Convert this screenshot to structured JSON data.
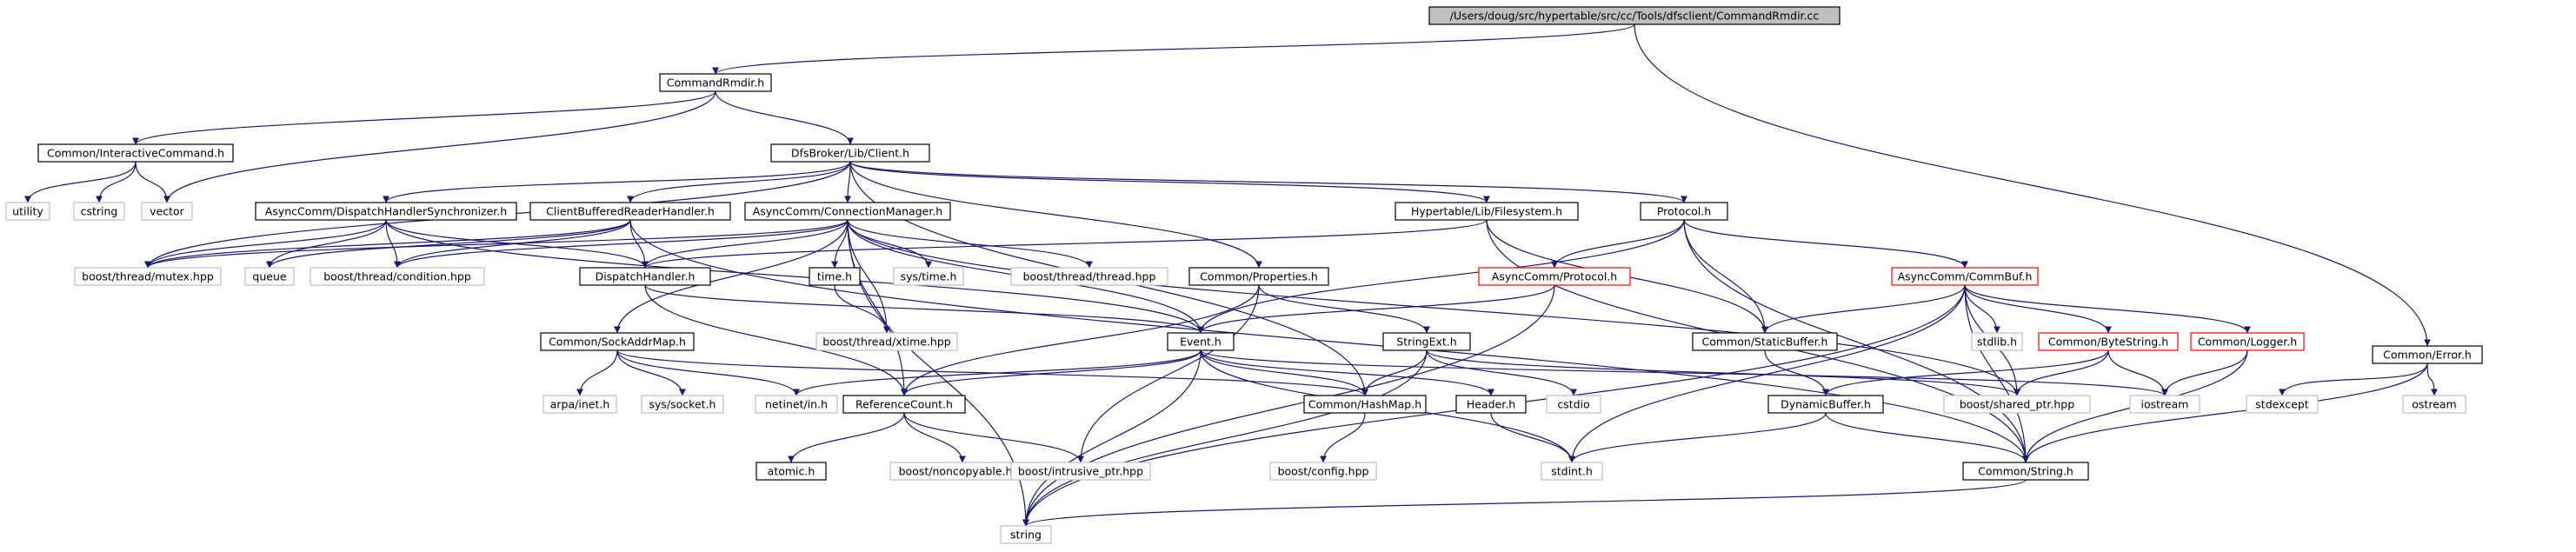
{
  "diagram": {
    "colors": {
      "edge": "#191970",
      "box_default": "#000000",
      "box_missing": "#bfbfbf",
      "box_truncated": "#ff0000",
      "root_fill": "#bfbfbf",
      "text": "#000000"
    },
    "nodes": [
      {
        "id": "root",
        "label": "/Users/doug/src/hypertable/src/cc/Tools/dfsclient/CommandRmdir.cc",
        "style": "root"
      },
      {
        "id": "cmdrmdir",
        "label": "CommandRmdir.h",
        "style": "default"
      },
      {
        "id": "interactive",
        "label": "Common/InteractiveCommand.h",
        "style": "default"
      },
      {
        "id": "client",
        "label": "DfsBroker/Lib/Client.h",
        "style": "default"
      },
      {
        "id": "error",
        "label": "Common/Error.h",
        "style": "default"
      },
      {
        "id": "utility",
        "label": "utility",
        "style": "missing"
      },
      {
        "id": "cstring",
        "label": "cstring",
        "style": "missing"
      },
      {
        "id": "vector",
        "label": "vector",
        "style": "missing"
      },
      {
        "id": "dhsync",
        "label": "AsyncComm/DispatchHandlerSynchronizer.h",
        "style": "default"
      },
      {
        "id": "cbrh",
        "label": "ClientBufferedReaderHandler.h",
        "style": "default"
      },
      {
        "id": "connmgr",
        "label": "AsyncComm/ConnectionManager.h",
        "style": "default"
      },
      {
        "id": "filesystem",
        "label": "Hypertable/Lib/Filesystem.h",
        "style": "default"
      },
      {
        "id": "protocol",
        "label": "Protocol.h",
        "style": "default"
      },
      {
        "id": "mutex",
        "label": "boost/thread/mutex.hpp",
        "style": "missing"
      },
      {
        "id": "queue",
        "label": "queue",
        "style": "missing"
      },
      {
        "id": "condition",
        "label": "boost/thread/condition.hpp",
        "style": "missing"
      },
      {
        "id": "dispatch",
        "label": "DispatchHandler.h",
        "style": "default"
      },
      {
        "id": "timeh",
        "label": "time.h",
        "style": "default"
      },
      {
        "id": "systime",
        "label": "sys/time.h",
        "style": "missing"
      },
      {
        "id": "bthread",
        "label": "boost/thread/thread.hpp",
        "style": "missing"
      },
      {
        "id": "properties",
        "label": "Common/Properties.h",
        "style": "default"
      },
      {
        "id": "acprotocol",
        "label": "AsyncComm/Protocol.h",
        "style": "truncated"
      },
      {
        "id": "commbuf",
        "label": "AsyncComm/CommBuf.h",
        "style": "truncated"
      },
      {
        "id": "sockaddr",
        "label": "Common/SockAddrMap.h",
        "style": "default"
      },
      {
        "id": "xtime",
        "label": "boost/thread/xtime.hpp",
        "style": "missing"
      },
      {
        "id": "event",
        "label": "Event.h",
        "style": "default"
      },
      {
        "id": "stringext",
        "label": "StringExt.h",
        "style": "default"
      },
      {
        "id": "staticbuf",
        "label": "Common/StaticBuffer.h",
        "style": "default"
      },
      {
        "id": "stdlib",
        "label": "stdlib.h",
        "style": "missing"
      },
      {
        "id": "bytestring",
        "label": "Common/ByteString.h",
        "style": "truncated"
      },
      {
        "id": "logger",
        "label": "Common/Logger.h",
        "style": "truncated"
      },
      {
        "id": "arpainet",
        "label": "arpa/inet.h",
        "style": "missing"
      },
      {
        "id": "syssocket",
        "label": "sys/socket.h",
        "style": "missing"
      },
      {
        "id": "netinet",
        "label": "netinet/in.h",
        "style": "missing"
      },
      {
        "id": "refcount",
        "label": "ReferenceCount.h",
        "style": "default"
      },
      {
        "id": "hashmap",
        "label": "Common/HashMap.h",
        "style": "default"
      },
      {
        "id": "header",
        "label": "Header.h",
        "style": "default"
      },
      {
        "id": "cstdio",
        "label": "cstdio",
        "style": "missing"
      },
      {
        "id": "dynbuf",
        "label": "DynamicBuffer.h",
        "style": "default"
      },
      {
        "id": "sharedptr",
        "label": "boost/shared_ptr.hpp",
        "style": "missing"
      },
      {
        "id": "iostream",
        "label": "iostream",
        "style": "missing"
      },
      {
        "id": "stdexcept",
        "label": "stdexcept",
        "style": "missing"
      },
      {
        "id": "ostream",
        "label": "ostream",
        "style": "missing"
      },
      {
        "id": "atomic",
        "label": "atomic.h",
        "style": "default"
      },
      {
        "id": "noncopyable",
        "label": "boost/noncopyable.hpp",
        "style": "missing"
      },
      {
        "id": "intrusive",
        "label": "boost/intrusive_ptr.hpp",
        "style": "missing"
      },
      {
        "id": "config",
        "label": "boost/config.hpp",
        "style": "missing"
      },
      {
        "id": "stdint",
        "label": "stdint.h",
        "style": "missing"
      },
      {
        "id": "cstring2",
        "label": "Common/String.h",
        "style": "default"
      },
      {
        "id": "string",
        "label": "string",
        "style": "missing"
      }
    ],
    "edges": [
      [
        "root",
        "cmdrmdir"
      ],
      [
        "root",
        "error"
      ],
      [
        "cmdrmdir",
        "interactive"
      ],
      [
        "cmdrmdir",
        "client"
      ],
      [
        "cmdrmdir",
        "vector"
      ],
      [
        "interactive",
        "utility"
      ],
      [
        "interactive",
        "cstring"
      ],
      [
        "interactive",
        "vector"
      ],
      [
        "client",
        "mutex"
      ],
      [
        "client",
        "dhsync"
      ],
      [
        "client",
        "cbrh"
      ],
      [
        "client",
        "connmgr"
      ],
      [
        "client",
        "filesystem"
      ],
      [
        "client",
        "protocol"
      ],
      [
        "client",
        "properties"
      ],
      [
        "client",
        "hashmap"
      ],
      [
        "dhsync",
        "mutex"
      ],
      [
        "dhsync",
        "queue"
      ],
      [
        "dhsync",
        "condition"
      ],
      [
        "dhsync",
        "dispatch"
      ],
      [
        "dhsync",
        "event"
      ],
      [
        "cbrh",
        "mutex"
      ],
      [
        "cbrh",
        "queue"
      ],
      [
        "cbrh",
        "condition"
      ],
      [
        "cbrh",
        "dispatch"
      ],
      [
        "cbrh",
        "cstring2"
      ],
      [
        "connmgr",
        "mutex"
      ],
      [
        "connmgr",
        "condition"
      ],
      [
        "connmgr",
        "dispatch"
      ],
      [
        "connmgr",
        "timeh"
      ],
      [
        "connmgr",
        "systime"
      ],
      [
        "connmgr",
        "bthread"
      ],
      [
        "connmgr",
        "xtime"
      ],
      [
        "connmgr",
        "sockaddr"
      ],
      [
        "connmgr",
        "refcount"
      ],
      [
        "connmgr",
        "string"
      ],
      [
        "connmgr",
        "sharedptr"
      ],
      [
        "connmgr",
        "event"
      ],
      [
        "filesystem",
        "dispatch"
      ],
      [
        "filesystem",
        "staticbuf"
      ],
      [
        "filesystem",
        "cstring2"
      ],
      [
        "protocol",
        "acprotocol"
      ],
      [
        "protocol",
        "commbuf"
      ],
      [
        "protocol",
        "staticbuf"
      ],
      [
        "protocol",
        "event"
      ],
      [
        "protocol",
        "cstring2"
      ],
      [
        "dispatch",
        "event"
      ],
      [
        "dispatch",
        "refcount"
      ],
      [
        "timeh",
        "xtime"
      ],
      [
        "properties",
        "stringext"
      ],
      [
        "properties",
        "intrusive"
      ],
      [
        "properties",
        "refcount"
      ],
      [
        "acprotocol",
        "event"
      ],
      [
        "acprotocol",
        "string"
      ],
      [
        "commbuf",
        "staticbuf"
      ],
      [
        "commbuf",
        "stdlib"
      ],
      [
        "commbuf",
        "bytestring"
      ],
      [
        "commbuf",
        "logger"
      ],
      [
        "commbuf",
        "sharedptr"
      ],
      [
        "commbuf",
        "stdint"
      ],
      [
        "commbuf",
        "cstring2"
      ],
      [
        "commbuf",
        "string"
      ],
      [
        "sockaddr",
        "arpainet"
      ],
      [
        "sockaddr",
        "syssocket"
      ],
      [
        "sockaddr",
        "netinet"
      ],
      [
        "sockaddr",
        "hashmap"
      ],
      [
        "event",
        "netinet"
      ],
      [
        "event",
        "refcount"
      ],
      [
        "event",
        "hashmap"
      ],
      [
        "event",
        "header"
      ],
      [
        "event",
        "iostream"
      ],
      [
        "event",
        "stdint"
      ],
      [
        "event",
        "string"
      ],
      [
        "stringext",
        "hashmap"
      ],
      [
        "stringext",
        "cstdio"
      ],
      [
        "stringext",
        "string"
      ],
      [
        "stringext",
        "sharedptr"
      ],
      [
        "staticbuf",
        "dynbuf"
      ],
      [
        "bytestring",
        "dynbuf"
      ],
      [
        "bytestring",
        "sharedptr"
      ],
      [
        "bytestring",
        "iostream"
      ],
      [
        "logger",
        "iostream"
      ],
      [
        "logger",
        "cstring2"
      ],
      [
        "refcount",
        "atomic"
      ],
      [
        "refcount",
        "noncopyable"
      ],
      [
        "refcount",
        "intrusive"
      ],
      [
        "hashmap",
        "config"
      ],
      [
        "header",
        "stdint"
      ],
      [
        "dynbuf",
        "stdint"
      ],
      [
        "dynbuf",
        "cstring2"
      ],
      [
        "error",
        "stdexcept"
      ],
      [
        "error",
        "ostream"
      ],
      [
        "error",
        "cstring2"
      ],
      [
        "cstring2",
        "string"
      ]
    ]
  }
}
